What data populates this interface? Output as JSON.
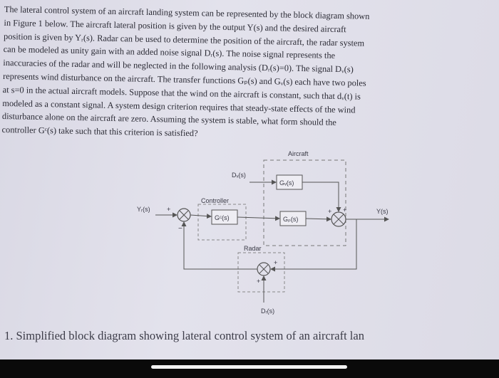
{
  "problem_text": [
    "The lateral control system of an aircraft landing system can be represented by the block diagram shown",
    "in Figure 1 below. The aircraft lateral position is given by the output Y(s) and the desired aircraft",
    "position is given by Yᵣ(s). Radar can be used to determine the position of the aircraft, the radar system",
    "can be modeled as unity gain with an added noise signal Dᵣ(s). The noise signal represents the",
    "inaccuracies of the radar and will be neglected in the following analysis (Dᵣ(s)=0). The signal Dᵥ(s)",
    "represents wind disturbance on the aircraft. The transfer functions Gₚ(s) and Gᵥ(s) each have two poles",
    "at s=0 in the actual aircraft models. Suppose that the wind on the aircraft is constant, such that dᵥ(t) is",
    "modeled as a constant signal. A system design criterion requires that steady-state effects of the wind",
    "disturbance alone on the aircraft are zero. Assuming the system is stable, what form should the",
    "controller Gᶜ(s) take such that this criterion is satisfied?"
  ],
  "diagram": {
    "aircraft_label": "Aircraft",
    "controller_label": "Controller",
    "radar_label": "Radar",
    "dw_label": "Dᵥ(s)",
    "gw_label": "Gᵥ(s)",
    "gc_label": "Gᶜ(s)",
    "gp_label": "Gₚ(s)",
    "yr_label": "Yᵣ(s)",
    "y_label": "Y(s)",
    "dr_label": "Dᵣ(s)",
    "plus": "+",
    "minus": "−"
  },
  "caption": "1. Simplified block diagram showing lateral control system of an aircraft lan"
}
